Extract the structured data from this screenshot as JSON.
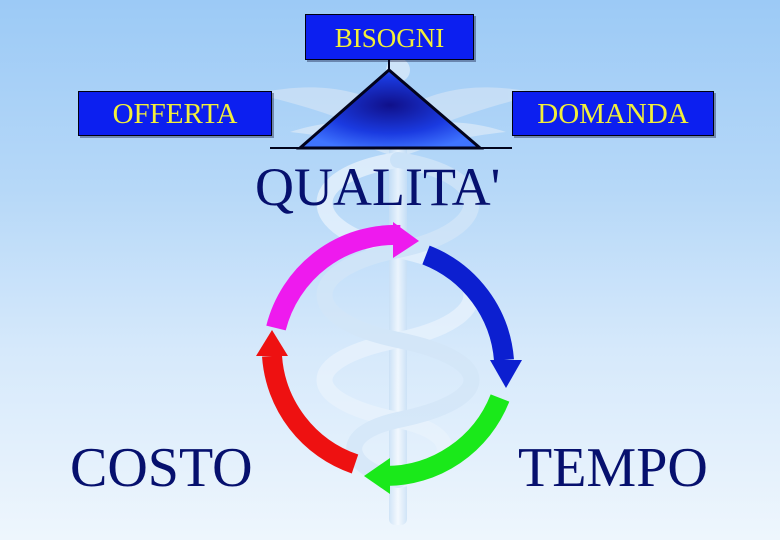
{
  "top_box": {
    "label": "BISOGNI"
  },
  "left_box": {
    "label": "OFFERTA"
  },
  "right_box": {
    "label": "DOMANDA"
  },
  "center_label": "QUALITA'",
  "bottom_left_label": "COSTO",
  "bottom_right_label": "TEMPO",
  "colors": {
    "box_fill": "#0c1ff0",
    "box_text": "#f2ef3a",
    "label_text": "#06106e",
    "arrow_magenta": "#ee1aee",
    "arrow_blue": "#0c1fd0",
    "arrow_green": "#1ae91a",
    "arrow_red": "#ee1111"
  },
  "icons": {
    "background": "caduceus-icon",
    "center": "pyramid-icon"
  }
}
